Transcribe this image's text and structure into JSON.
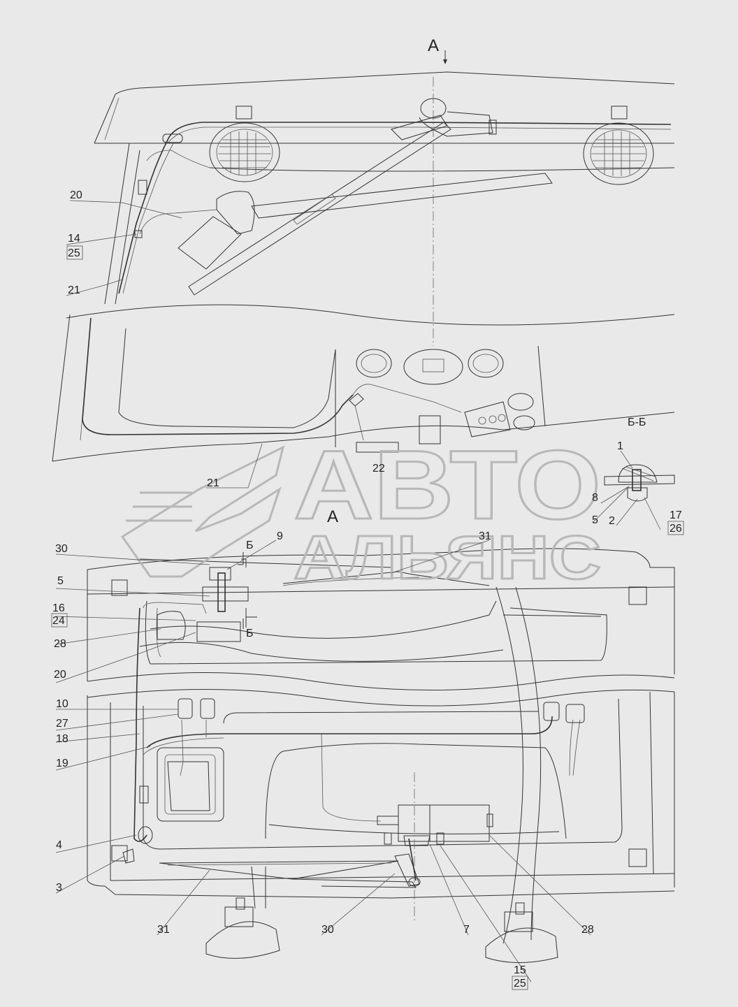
{
  "view_labels": {
    "arrow_a": "А",
    "section_bb": "Б-Б",
    "view_a": "А",
    "cut_b_top": "Б",
    "cut_b_bottom": "Б"
  },
  "watermark": {
    "line1": "АВТО",
    "line2": "АЛЬЯНС"
  },
  "callouts": {
    "c20_top": "20",
    "c14": "14",
    "c25_top": "25",
    "c21_top": "21",
    "c21_mid": "21",
    "c22": "22",
    "c1": "1",
    "c8": "8",
    "c5_sec": "5",
    "c2": "2",
    "c17": "17",
    "c26": "26",
    "c30_top": "30",
    "c9": "9",
    "c31_top": "31",
    "c5": "5",
    "c16": "16",
    "c24": "24",
    "c28_left": "28",
    "c20_bot": "20",
    "c10": "10",
    "c27": "27",
    "c18": "18",
    "c19": "19",
    "c4": "4",
    "c3": "3",
    "c31_bot": "31",
    "c30_bot": "30",
    "c7": "7",
    "c28_right": "28",
    "c15": "15",
    "c25_bot": "25"
  },
  "colors": {
    "background": "#e9e9e9",
    "ink": "#333333",
    "watermark": "#b8b8b8"
  }
}
